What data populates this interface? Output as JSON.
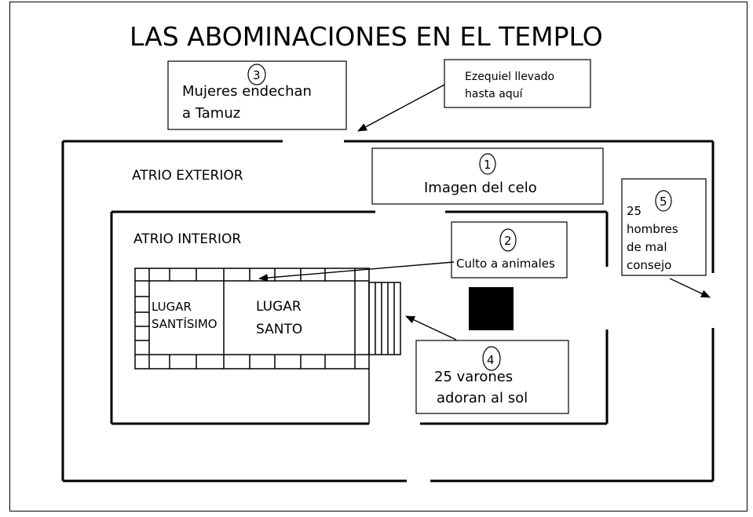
{
  "title": "LAS ABOMINACIONES EN EL TEMPLO",
  "labels": {
    "atrio_exterior": "ATRIO EXTERIOR",
    "atrio_interior": "ATRIO INTERIOR",
    "lugar_santisimo_1": "LUGAR",
    "lugar_santisimo_2": "SANTÍSIMO",
    "lugar_santo_1": "LUGAR",
    "lugar_santo_2": "SANTO"
  },
  "callouts": {
    "ezequiel": {
      "line1": "Ezequiel llevado",
      "line2": "hasta aquí"
    },
    "c1": {
      "num": "1",
      "line1": "Imagen del celo"
    },
    "c2": {
      "num": "2",
      "line1": "Culto a animales"
    },
    "c3": {
      "num": "3",
      "line1": "Mujeres endechan",
      "line2": "a Tamuz"
    },
    "c4": {
      "num": "4",
      "line1": "25 varones",
      "line2": "adoran al sol"
    },
    "c5": {
      "num": "5",
      "line1": "25",
      "line2": "hombres",
      "line3": "de mal",
      "line4": "consejo"
    }
  }
}
